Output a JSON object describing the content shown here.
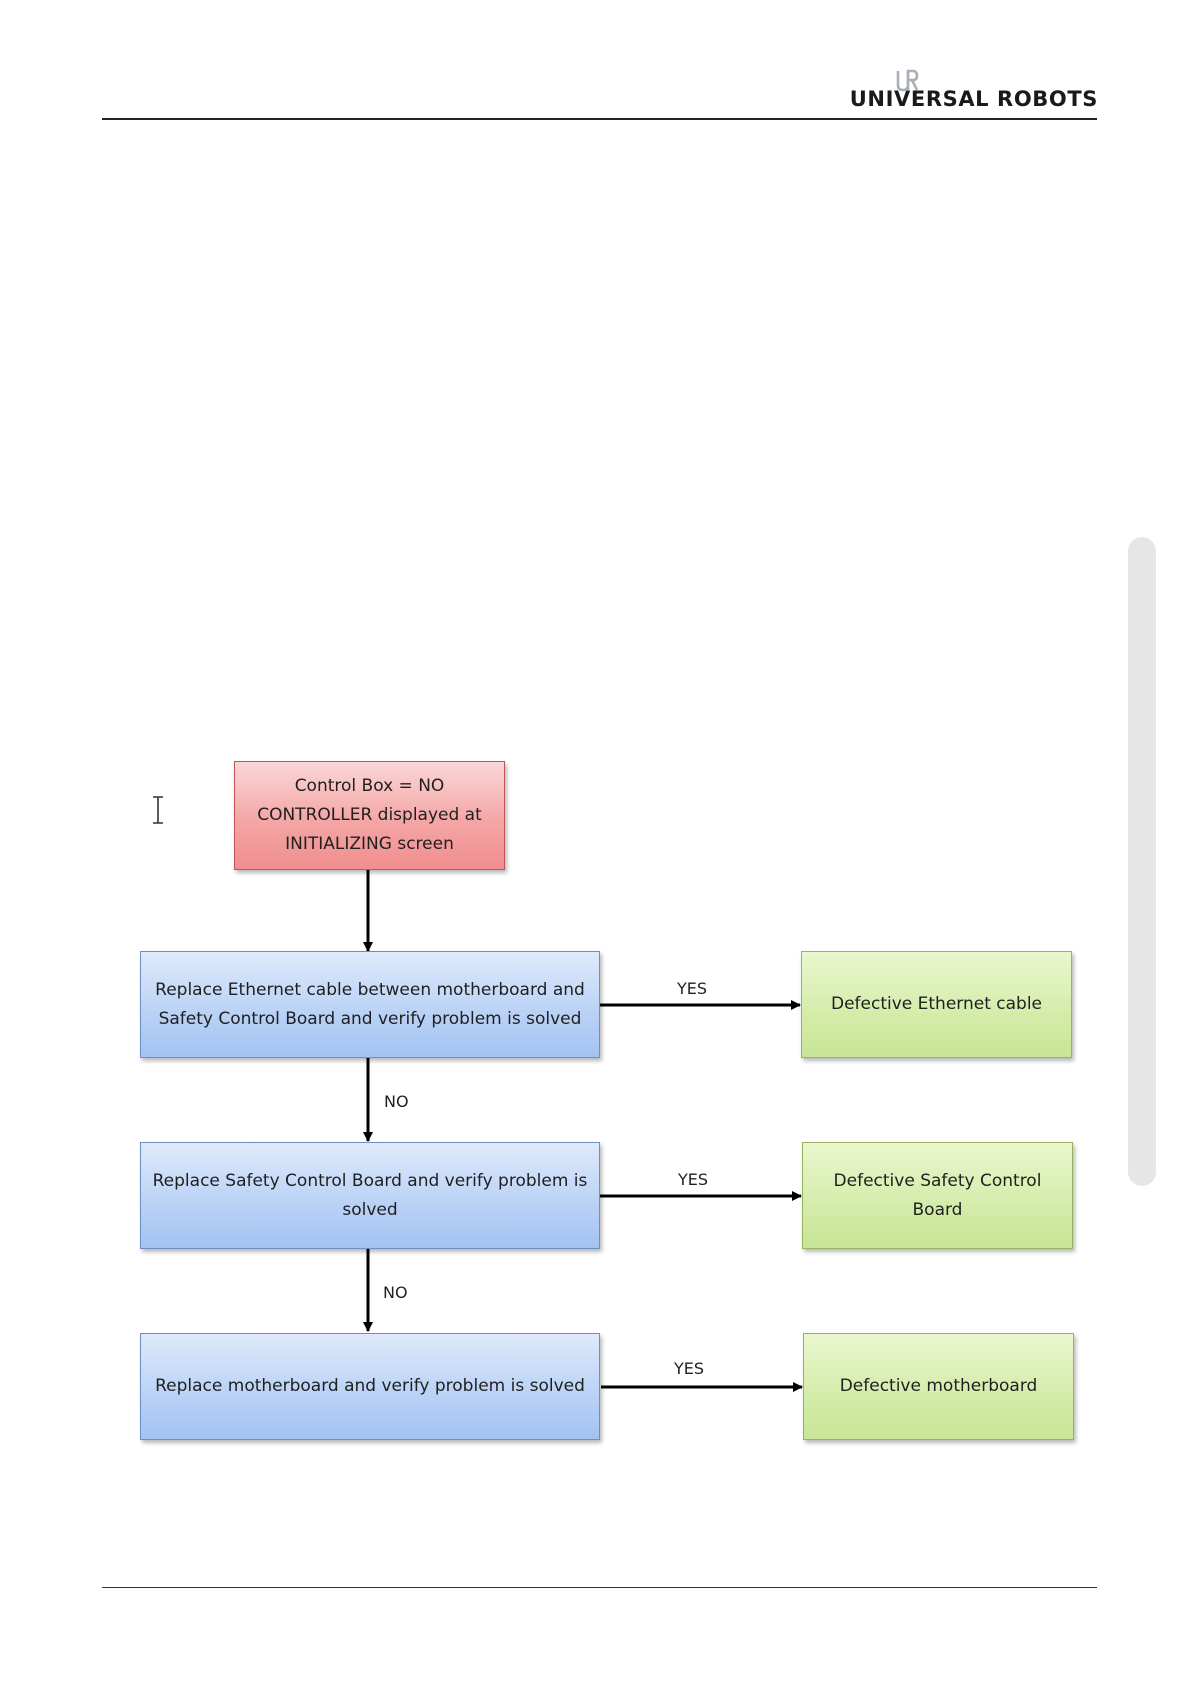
{
  "header": {
    "brand": "UNIVERSAL ROBOTS"
  },
  "icons": {
    "logo": "ur-logo-icon",
    "cursor": "text-cursor-icon"
  },
  "colors": {
    "start_fill": "#f4a6a6",
    "process_fill": "#b9d1f6",
    "result_fill": "#d4ecaa",
    "connector": "#000000"
  },
  "flowchart": {
    "start": "Control Box = NO CONTROLLER displayed at INITIALIZING screen",
    "steps": [
      {
        "action": "Replace Ethernet cable between motherboard and Safety Control Board and verify problem is solved",
        "yes_label": "YES",
        "result": "Defective Ethernet cable",
        "no_label": "NO"
      },
      {
        "action": "Replace Safety Control Board and verify problem is solved",
        "yes_label": "YES",
        "result": "Defective Safety Control Board",
        "no_label": "NO"
      },
      {
        "action": "Replace motherboard and verify problem is solved",
        "yes_label": "YES",
        "result": "Defective motherboard"
      }
    ]
  }
}
